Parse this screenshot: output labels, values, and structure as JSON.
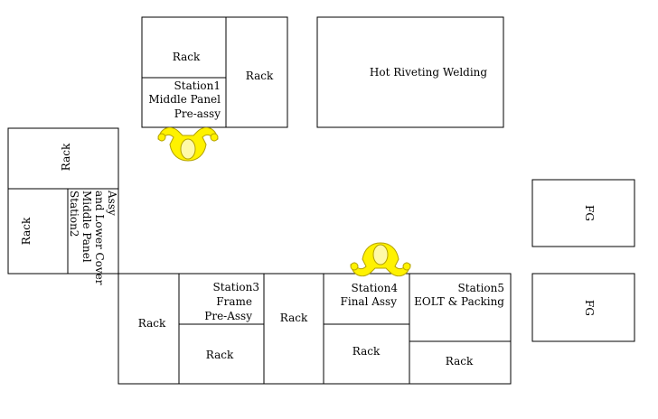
{
  "labels": {
    "rack": "Rack",
    "hot_riveting": "Hot Riveting Welding",
    "fg": "FG"
  },
  "stations": {
    "s1": [
      "Station1",
      "Middle Panel",
      "Pre-assy"
    ],
    "s2": [
      "Station2",
      "Middle Panel",
      "and Lower Cover",
      "Assy"
    ],
    "s3": [
      "Station3",
      "Frame",
      "Pre-Assy"
    ],
    "s4": [
      "Station4",
      "Final Assy"
    ],
    "s5": [
      "Station5",
      "EOLT & Packing"
    ]
  },
  "colors": {
    "operator_fill": "#fff200",
    "operator_stroke": "#b3a100",
    "line": "#000000"
  },
  "icons": [
    "operator-icon"
  ]
}
